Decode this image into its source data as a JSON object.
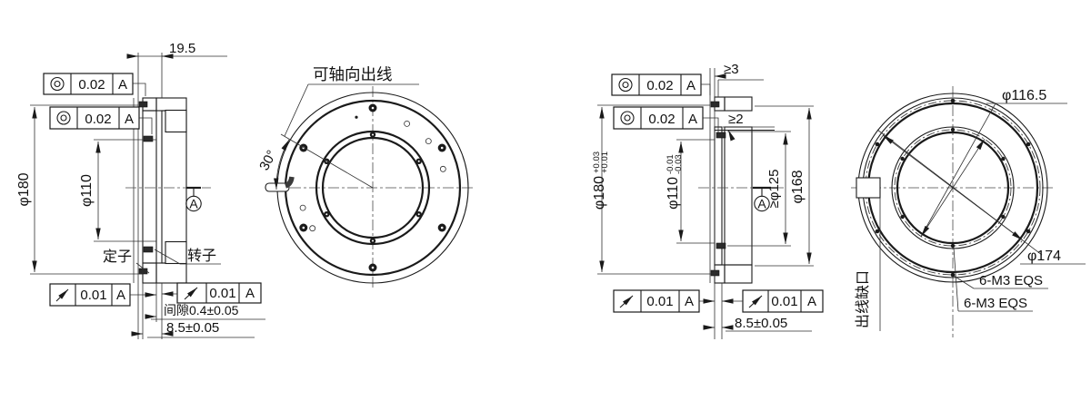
{
  "colors": {
    "line": "#1a1a1a",
    "background": "#ffffff"
  },
  "drawing1": {
    "section": {
      "dim_axial_length": "19.5",
      "fcf1": {
        "symbol": "concentricity",
        "tol": "0.02",
        "datum": "A"
      },
      "fcf2": {
        "symbol": "concentricity",
        "tol": "0.02",
        "datum": "A"
      },
      "dia_outer": "φ180",
      "dia_bore": "φ110",
      "stator_label": "定子",
      "rotor_label": "转子",
      "runout_left": {
        "symbol": "circular-runout",
        "tol": "0.01",
        "datum": "A"
      },
      "runout_right": {
        "symbol": "circular-runout",
        "tol": "0.01",
        "datum": "A"
      },
      "gap_dim": "间隙0.4±0.05",
      "depth_dim": "8.5±0.05",
      "datum_flag": "A"
    },
    "front": {
      "outlet_label": "可轴向出线",
      "angle_dim": "30°"
    }
  },
  "drawing2": {
    "section": {
      "dim_min_plate": "≥3",
      "dim_min_clear": "≥2",
      "fcf1": {
        "symbol": "concentricity",
        "tol": "0.02",
        "datum": "A"
      },
      "fcf2": {
        "symbol": "concentricity",
        "tol": "0.02",
        "datum": "A"
      },
      "dia_outer": {
        "main": "φ180",
        "upper": "+0.03",
        "lower": "+0.01"
      },
      "dia_bore": {
        "main": "φ110",
        "upper": "-0.01",
        "lower": "-0.03"
      },
      "dia_min_clearance": "≥φ125",
      "dia_register": "φ168",
      "runout_left": {
        "symbol": "circular-runout",
        "tol": "0.01",
        "datum": "A"
      },
      "runout_right": {
        "symbol": "circular-runout",
        "tol": "0.01",
        "datum": "A"
      },
      "depth_dim": "8.5±0.05",
      "datum_flag": "A"
    },
    "front": {
      "dia_inner_bcd": "φ116.5",
      "dia_outer_bcd": "φ174",
      "outer_bolts": "6-M3 EQS",
      "inner_bolts": "6-M3 EQS",
      "notch_label": "出线缺口"
    }
  }
}
